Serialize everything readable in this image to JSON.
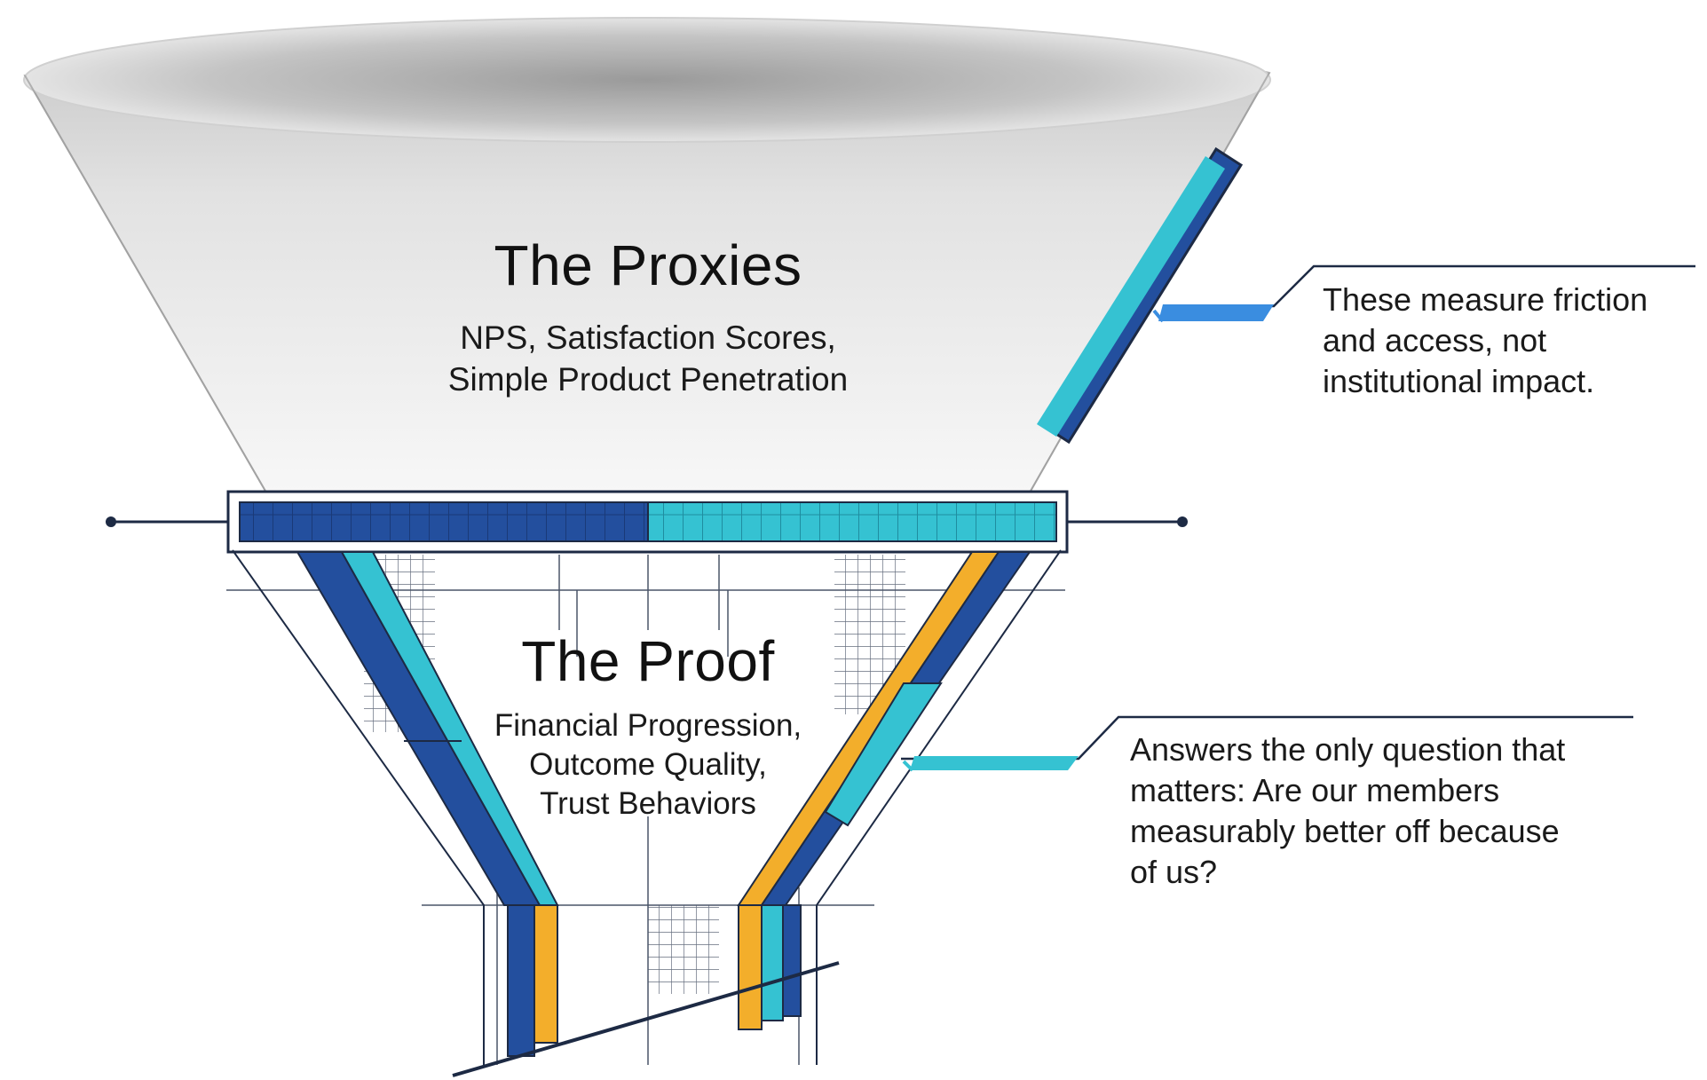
{
  "proxies": {
    "title": "The Proxies",
    "subtitle_line1": "NPS, Satisfaction Scores,",
    "subtitle_line2": "Simple Product Penetration"
  },
  "proof": {
    "title": "The Proof",
    "subtitle_line1": "Financial Progression,",
    "subtitle_line2": "Outcome Quality,",
    "subtitle_line3": "Trust Behaviors"
  },
  "callouts": {
    "proxies_note_line1": "These measure friction",
    "proxies_note_line2": "and access, not",
    "proxies_note_line3": "institutional impact.",
    "proof_note_line1": "Answers the only question that",
    "proof_note_line2": "matters: Are our members",
    "proof_note_line3": "measurably better off because",
    "proof_note_line4": "of us?"
  },
  "colors": {
    "navy": "#234f9e",
    "teal": "#35c2d2",
    "gold": "#f3ae2b",
    "outline": "#1d2a44",
    "grid": "#4a5568",
    "cone_fill_top": "#b8b8b8",
    "cone_fill_bottom": "#f4f4f4"
  }
}
